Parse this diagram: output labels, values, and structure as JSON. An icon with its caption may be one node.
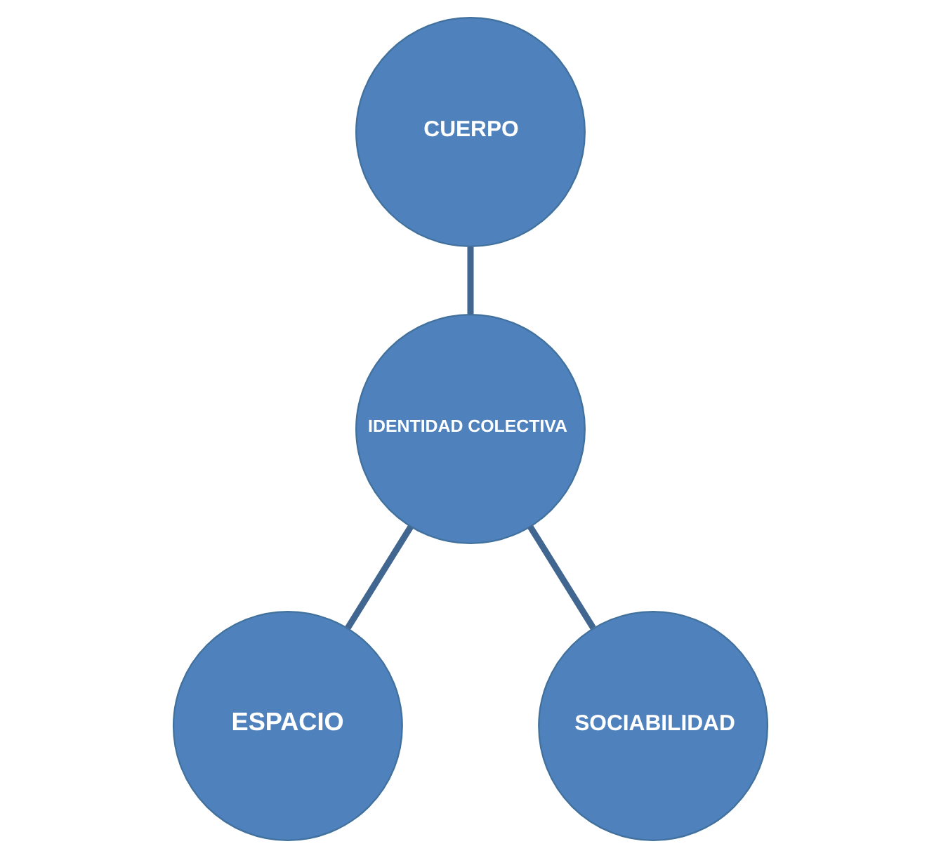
{
  "diagram": {
    "nodes": [
      {
        "text": [
          "CUERPO"
        ]
      },
      {
        "text": [
          "IDENTIDAD COLECTIVA"
        ]
      },
      {
        "text": [
          "ESPACIO"
        ]
      },
      {
        "text": [
          "SOCIABILIDAD"
        ]
      }
    ],
    "edges": [
      {
        "from": 0,
        "to": 1,
        "arrow": "none"
      },
      {
        "from": 1,
        "to": 2,
        "arrow": "none"
      },
      {
        "from": 1,
        "to": 3,
        "arrow": "none"
      }
    ]
  }
}
